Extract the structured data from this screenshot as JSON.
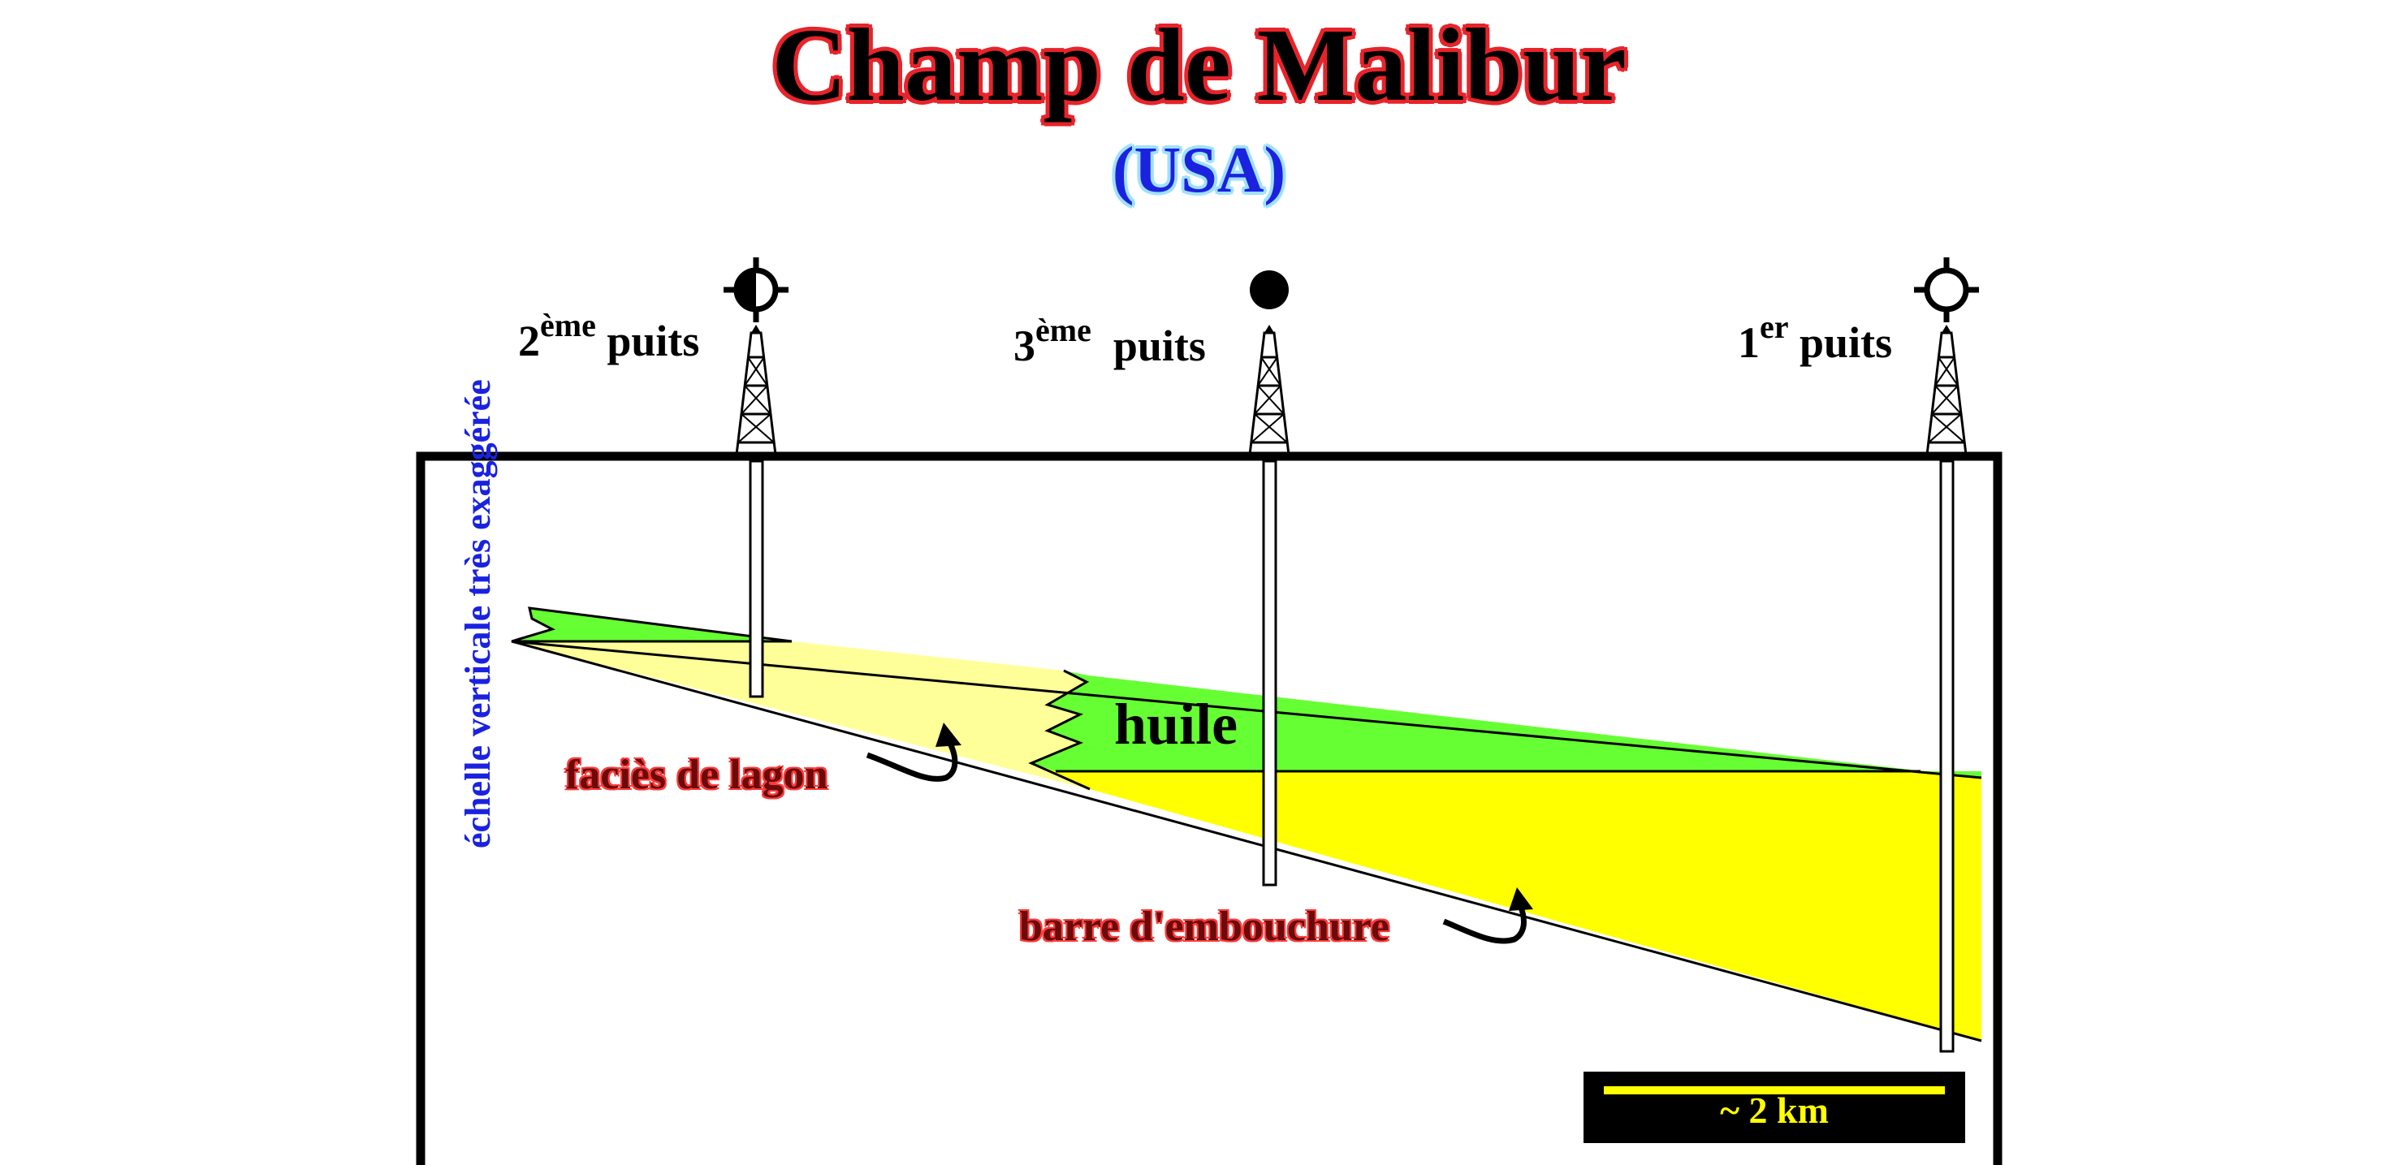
{
  "title": "Champ de Malibur",
  "subtitle": "(USA)",
  "wells": [
    {
      "number": "2",
      "suffix": "ème",
      "word": "puits",
      "symbol": "half-filled-well-symbol-icon"
    },
    {
      "number": "3",
      "suffix": "ème",
      "word": "puits",
      "symbol": "filled-well-symbol-icon"
    },
    {
      "number": "1",
      "suffix": "er",
      "word": "puits",
      "symbol": "open-well-symbol-icon"
    }
  ],
  "labels": {
    "oil": "huile",
    "lagoon": "faciès de lagon",
    "mouth_bar": "barre d'embouchure",
    "vertical_scale": "échelle verticale très exaggérée"
  },
  "scale_bar": {
    "text": "~ 2 km"
  },
  "colors": {
    "title_outline": "#e8232a",
    "subtitle": "#1a22e0",
    "oil_zone": "#66ff33",
    "lagoon_facies": "#ffff99",
    "mouth_bar_facies": "#ffff00",
    "label_red": "#6b0a0a",
    "scale_text": "#ffff00"
  }
}
